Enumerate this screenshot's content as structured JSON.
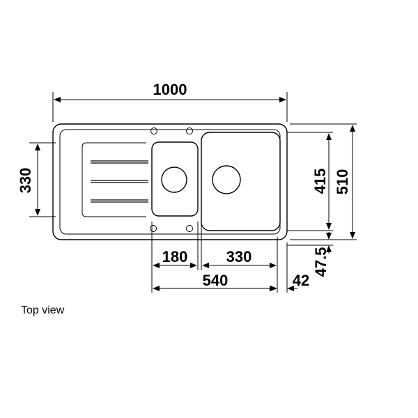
{
  "caption": "Top view",
  "dimensions": {
    "overall_width": "1000",
    "overall_depth": "510",
    "bowl_depth": "415",
    "drainer_depth": "330",
    "small_bowl_width": "180",
    "large_bowl_width": "330",
    "bowls_total_width": "540",
    "right_edge_offset": "42",
    "front_edge_offset": "47.5"
  }
}
